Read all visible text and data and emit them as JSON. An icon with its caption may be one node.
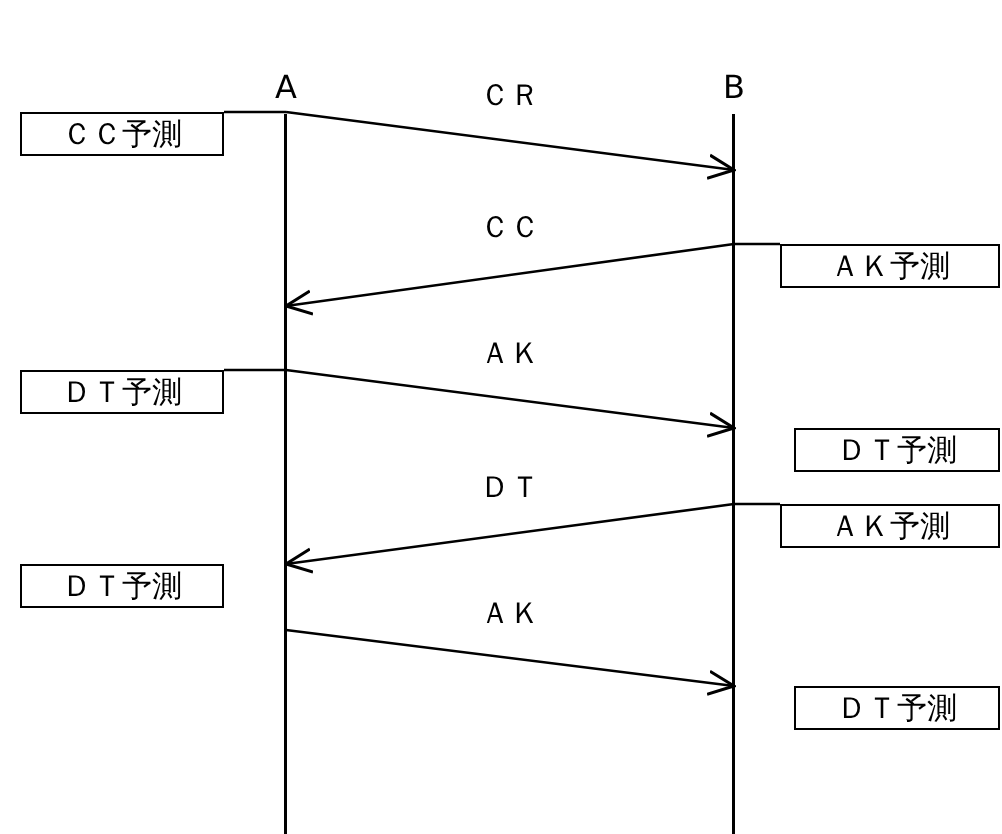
{
  "diagram": {
    "nodes": [
      {
        "text": [
          "A"
        ]
      },
      {
        "text": [
          "B"
        ]
      },
      {
        "text": [
          "ＣＣ予測"
        ]
      },
      {
        "text": [
          "ＡＫ予測"
        ]
      },
      {
        "text": [
          "ＤＴ予測"
        ]
      },
      {
        "text": [
          "ＤＴ予測"
        ]
      },
      {
        "text": [
          "ＡＫ予測"
        ]
      },
      {
        "text": [
          "ＤＴ予測"
        ]
      },
      {
        "text": [
          "ＤＴ予測"
        ]
      }
    ],
    "edges": [
      {
        "from": 2,
        "to": 0,
        "arrow": "none"
      },
      {
        "from": 0,
        "to": 1,
        "arrow": "to",
        "label": "ＣＲ"
      },
      {
        "from": 3,
        "to": 1,
        "arrow": "none"
      },
      {
        "from": 1,
        "to": 0,
        "arrow": "to",
        "label": "ＣＣ"
      },
      {
        "from": 4,
        "to": 0,
        "arrow": "none"
      },
      {
        "from": 0,
        "to": 1,
        "arrow": "to",
        "label": "ＡＫ"
      },
      {
        "from": 6,
        "to": 1,
        "arrow": "none"
      },
      {
        "from": 1,
        "to": 0,
        "arrow": "to",
        "label": "ＤＴ"
      },
      {
        "from": 0,
        "to": 1,
        "arrow": "to",
        "label": "ＡＫ"
      }
    ]
  }
}
